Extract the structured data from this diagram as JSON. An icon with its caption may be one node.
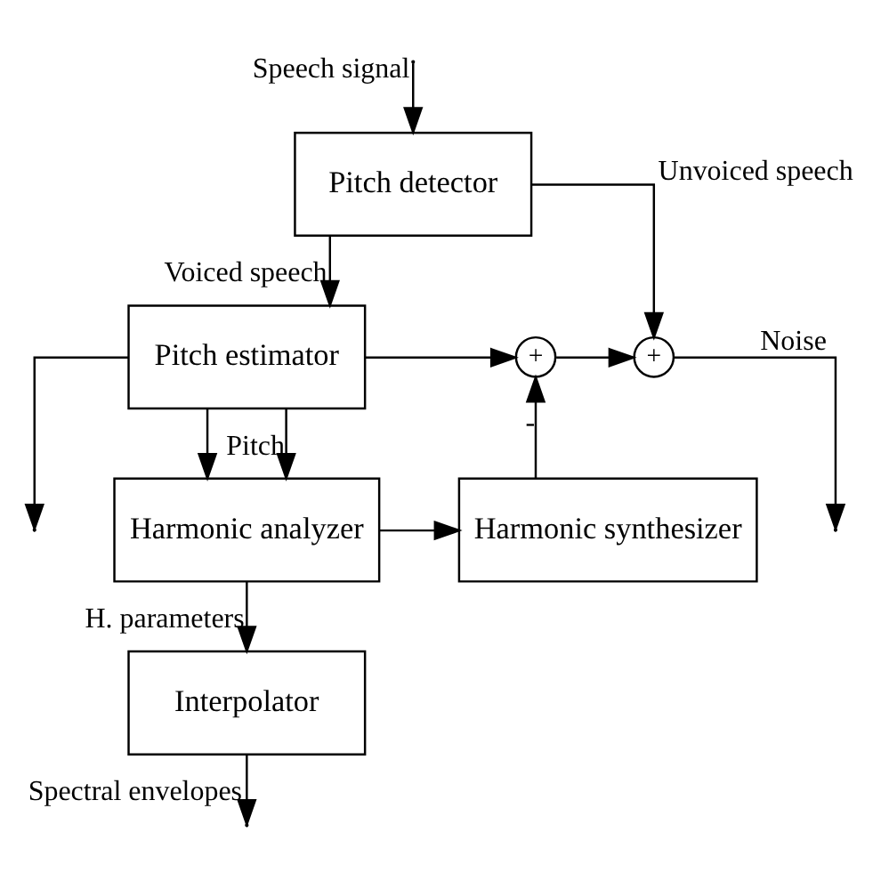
{
  "diagram": {
    "nodes": [
      {
        "text": [
          "Pitch detector"
        ]
      },
      {
        "text": [
          "Pitch estimator"
        ]
      },
      {
        "text": [
          "Harmonic analyzer"
        ]
      },
      {
        "text": [
          "Harmonic synthesizer"
        ]
      },
      {
        "text": [
          "Interpolator"
        ]
      },
      {
        "text": [
          "+"
        ]
      },
      {
        "text": [
          "+"
        ]
      }
    ],
    "edges": [
      {
        "from": null,
        "to": 0,
        "arrow": "to",
        "label": "Speech signal"
      },
      {
        "from": 0,
        "to": 6,
        "arrow": "to",
        "label": "Unvoiced speech"
      },
      {
        "from": 0,
        "to": 1,
        "arrow": "to",
        "label": "Voiced speech"
      },
      {
        "from": 1,
        "to": 5,
        "arrow": "to"
      },
      {
        "from": 1,
        "to": 2,
        "arrow": "to"
      },
      {
        "from": 1,
        "to": null,
        "arrow": "to"
      },
      {
        "from": 1,
        "to": 2,
        "arrow": "to",
        "label": "Pitch"
      },
      {
        "from": 2,
        "to": 3,
        "arrow": "to"
      },
      {
        "from": 2,
        "to": 4,
        "arrow": "to",
        "label": "H. parameters"
      },
      {
        "from": 3,
        "to": 5,
        "arrow": "to",
        "label": "-"
      },
      {
        "from": 5,
        "to": 6,
        "arrow": "to"
      },
      {
        "from": 6,
        "to": null,
        "arrow": "to",
        "label": "Noise"
      },
      {
        "from": 4,
        "to": null,
        "arrow": "to",
        "label": "Spectral envelopes"
      }
    ]
  }
}
